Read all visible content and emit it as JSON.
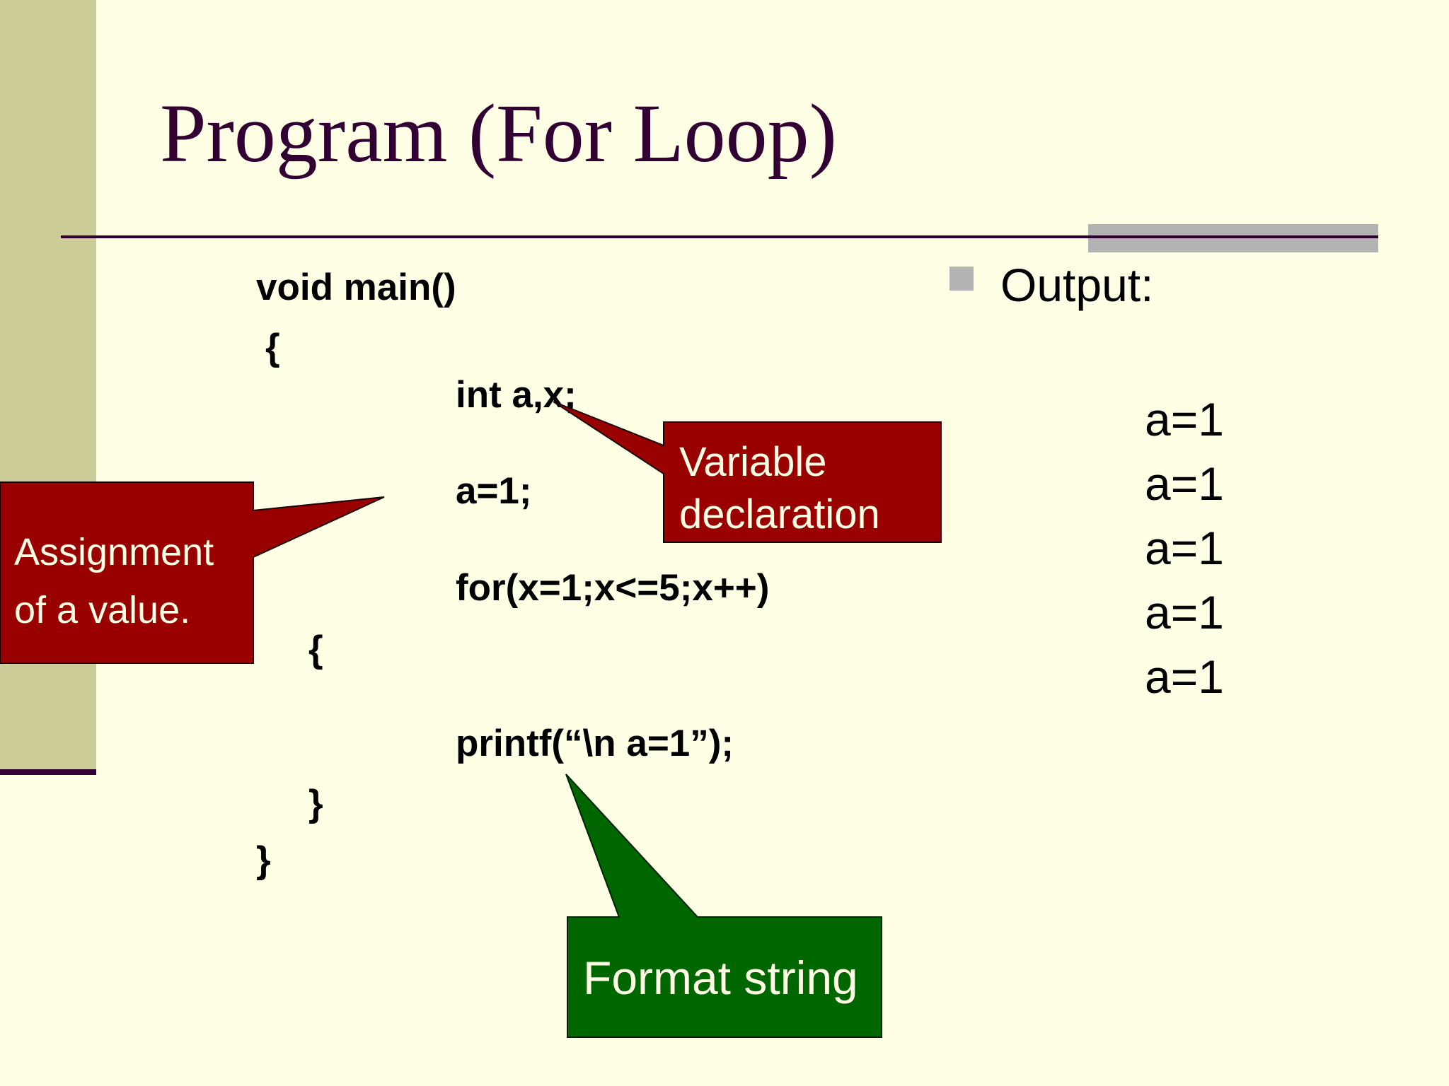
{
  "slide": {
    "title": "Program (For Loop)"
  },
  "code": {
    "lines": [
      "void main()",
      "{",
      "int a,x;",
      "a=1;",
      "for(x=1;x<=5;x++)",
      "{",
      "printf(“\\n a=1”);",
      "}",
      "}"
    ]
  },
  "output": {
    "label": "Output:",
    "lines": [
      "a=1",
      "a=1",
      "a=1",
      "a=1",
      "a=1"
    ]
  },
  "callouts": {
    "variable_declaration": {
      "line1": "Variable",
      "line2": "declaration",
      "color": "#990000"
    },
    "assignment": {
      "line1": "Assignment",
      "line2": "of a value.",
      "color": "#990000"
    },
    "format_string": {
      "text": "Format string",
      "color": "#006600"
    }
  },
  "colors": {
    "background": "#ffffe5",
    "left_band": "#cccc99",
    "title": "#330033",
    "accent_gray": "#b3b3b3"
  }
}
